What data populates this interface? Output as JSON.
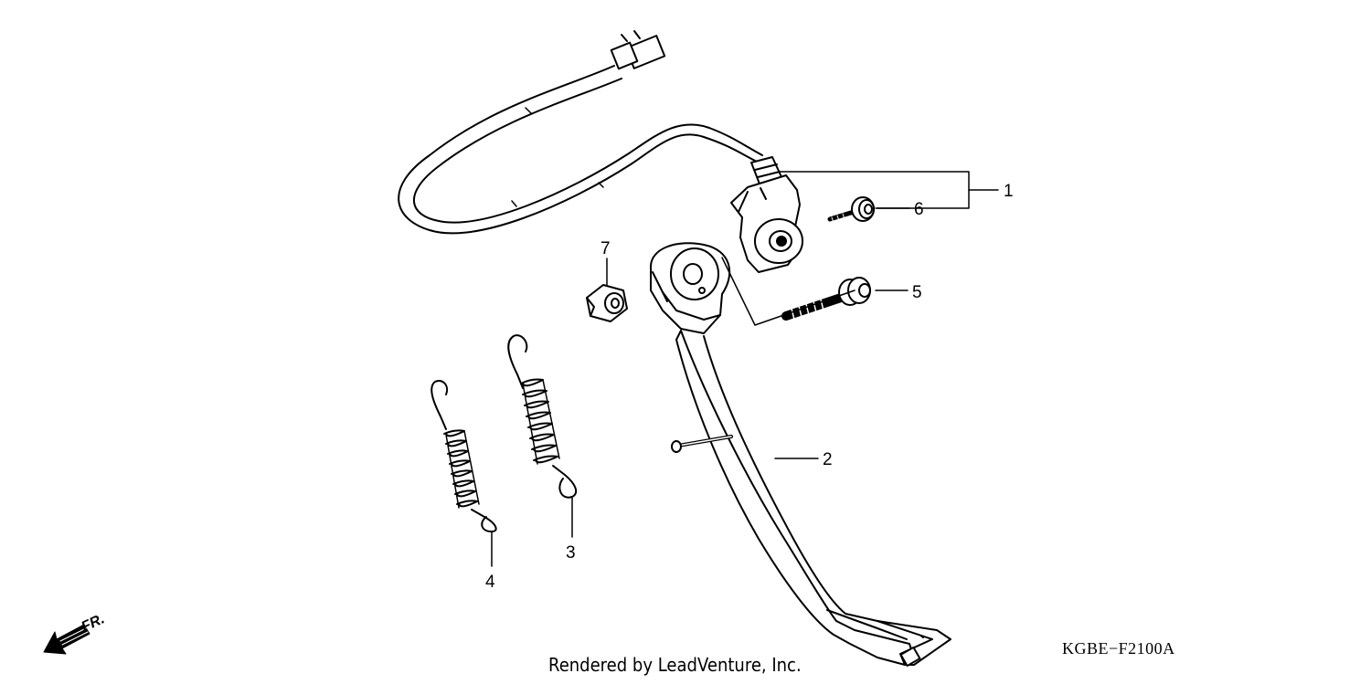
{
  "callouts": {
    "c1": "1",
    "c2": "2",
    "c3": "3",
    "c4": "4",
    "c5": "5",
    "c6": "6",
    "c7": "7"
  },
  "direction_label": "FR.",
  "reference_code": "KGBE−F2100A",
  "credit": "Rendered by LeadVenture, Inc.",
  "colors": {
    "line": "#000000",
    "background": "#ffffff"
  }
}
